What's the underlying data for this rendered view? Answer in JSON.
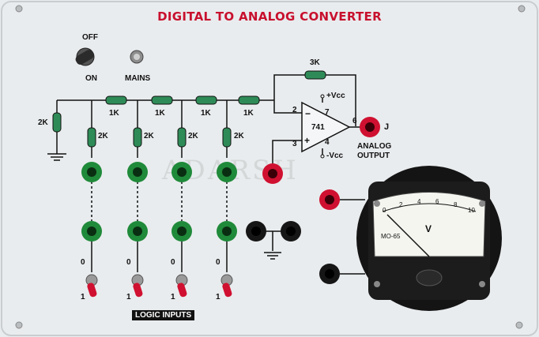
{
  "title": "DIGITAL TO ANALOG CONVERTER",
  "watermark": "ADARSH",
  "power": {
    "off_label": "OFF",
    "on_label": "ON",
    "mains_label": "MAINS"
  },
  "resistors": {
    "feedback": "3K",
    "series": [
      "1K",
      "1K",
      "1K",
      "1K"
    ],
    "shunt": [
      "2K",
      "2K",
      "2K",
      "2K"
    ],
    "termination": "2K"
  },
  "opamp": {
    "label": "741",
    "pins": {
      "inv": "2",
      "noninv": "3",
      "vcc_plus": "7",
      "vcc_minus": "4",
      "out": "6"
    },
    "vcc_plus_label": "+Vcc",
    "vcc_minus_label": "-Vcc",
    "minus_sign": "−",
    "plus_sign": "+"
  },
  "output": {
    "terminal": "J",
    "label_line1": "ANALOG",
    "label_line2": "OUTPUT"
  },
  "switches": {
    "low_labels": [
      "0",
      "0",
      "0",
      "0"
    ],
    "high_labels": [
      "1",
      "1",
      "1",
      "1"
    ]
  },
  "logic_inputs_label": "LOGIC INPUTS",
  "meter": {
    "unit": "V",
    "model": "MO-65",
    "scale": [
      "0",
      "2",
      "4",
      "6",
      "8",
      "10"
    ],
    "reading": 0
  },
  "colors": {
    "title": "#c8102e",
    "socket_green": "#1f8a3a",
    "socket_red": "#d01030",
    "socket_black": "#161616",
    "panel": "#e9ecee"
  }
}
